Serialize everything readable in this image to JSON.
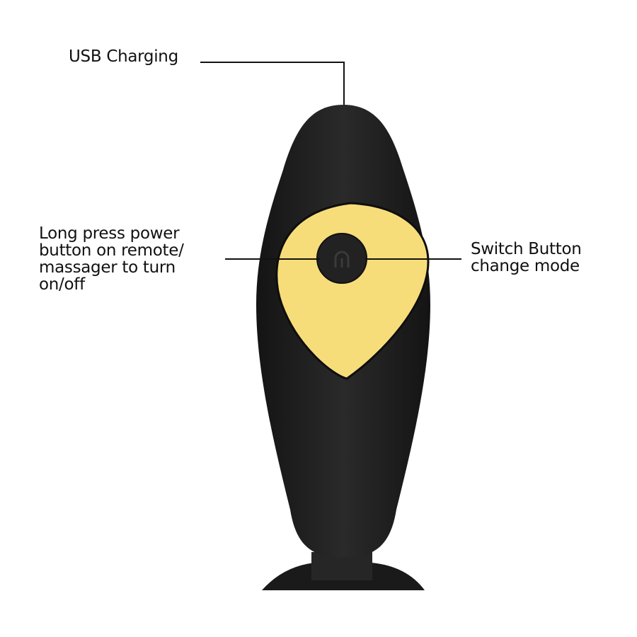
{
  "labels": {
    "usb": "USB Charging",
    "power_lines": [
      "Long press power",
      "button on remote/",
      "massager to turn",
      "on/off"
    ],
    "switch_lines": [
      "Switch Button",
      "change mode"
    ]
  },
  "colors": {
    "body": "#1c1c1c",
    "panel": "#f7dd7a",
    "button": "#222222",
    "callout_line": "#111111"
  },
  "icons": {
    "button": "power-icon"
  }
}
